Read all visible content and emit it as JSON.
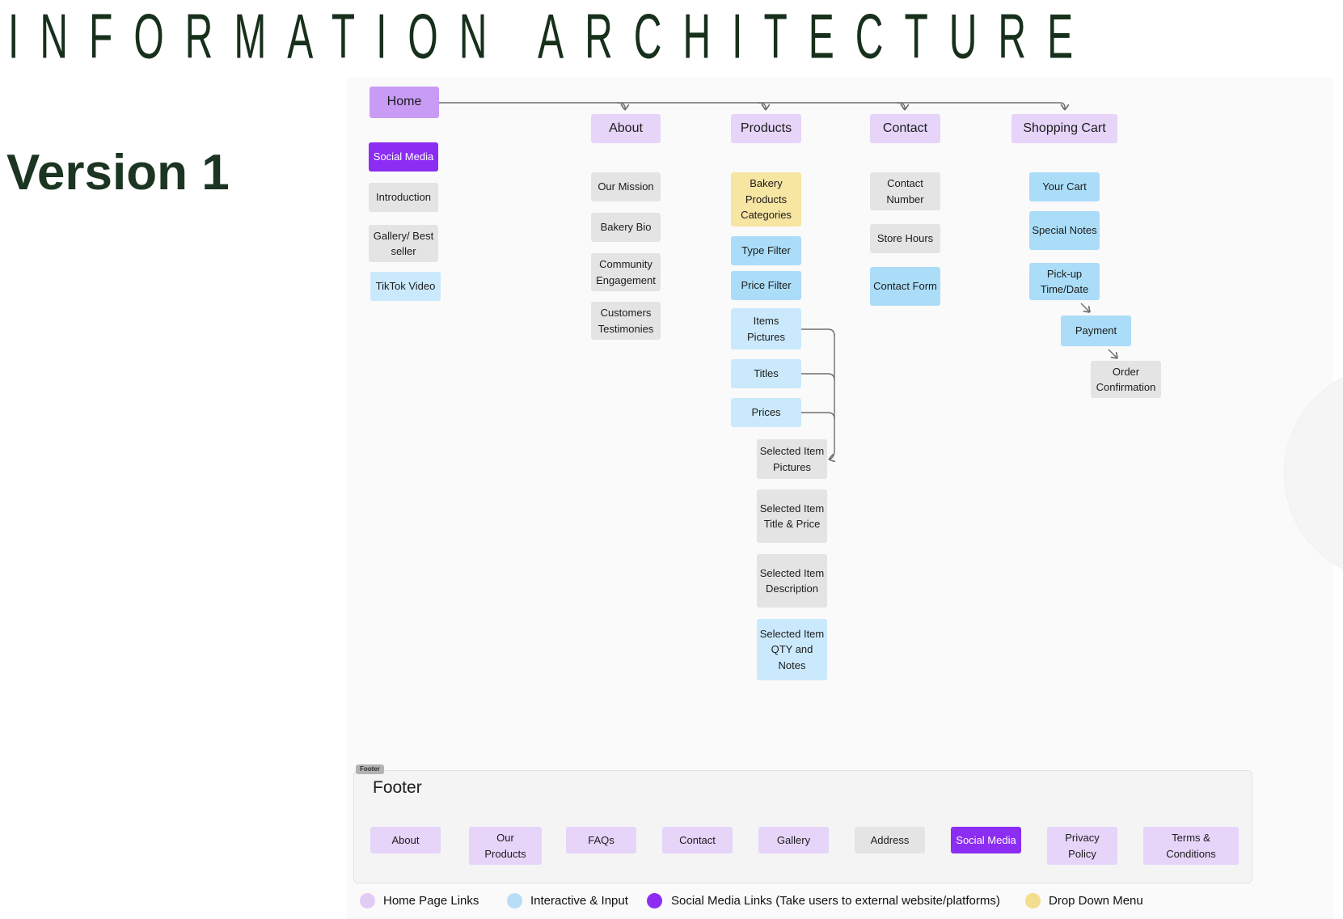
{
  "title": "INFORMATION ARCHITECTURE",
  "version": "Version 1",
  "nodes": {
    "home": "Home",
    "social_media": "Social Media",
    "introduction": "Introduction",
    "gallery": "Gallery/ Best seller",
    "tiktok": "TikTok Video",
    "about": "About",
    "our_mission": "Our Mission",
    "bakery_bio": "Bakery Bio",
    "community": "Community Engagement",
    "testimonies": "Customers Testimonies",
    "products": "Products",
    "bakery_categories": "Bakery Products Categories",
    "type_filter": "Type Filter",
    "price_filter": "Price Filter",
    "items_pictures": "Items Pictures",
    "titles": "Titles",
    "prices": "Prices",
    "sel_pictures": "Selected Item Pictures",
    "sel_title_price": "Selected Item Title & Price",
    "sel_description": "Selected Item Description",
    "sel_qty": "Selected Item QTY and Notes",
    "contact": "Contact",
    "contact_number": "Contact Number",
    "store_hours": "Store Hours",
    "contact_form": "Contact Form",
    "shopping_cart": "Shopping Cart",
    "your_cart": "Your Cart",
    "special_notes": "Special Notes",
    "pickup": "Pick-up Time/Date",
    "payment": "Payment",
    "order_confirmation": "Order Confirmation"
  },
  "footer": {
    "tag": "Footer",
    "heading": "Footer",
    "items": [
      "About",
      "Our Products",
      "FAQs",
      "Contact",
      "Gallery",
      "Address",
      "Social Media",
      "Privacy Policy",
      "Terms & Conditions"
    ]
  },
  "legend": [
    {
      "label": "Home Page Links",
      "color": "#e2cbf5"
    },
    {
      "label": "Interactive & Input",
      "color": "#b8ddf6"
    },
    {
      "label": "Social Media Links (Take users to external website/platforms)",
      "color": "#8d2df2"
    },
    {
      "label": "Drop Down Menu",
      "color": "#f3dd8e"
    }
  ],
  "colors": {
    "title_green": "#17301b",
    "home_purple": "#c89bf5",
    "home_page_link": "#e6d4f9",
    "static_gray": "#e4e4e4",
    "interactive_blue": "#abddf8",
    "interactive_light_blue": "#cbe9fc",
    "social_purple": "#8b2df2",
    "dropdown_yellow": "#f7e5a2",
    "canvas_bg": "#fafafa",
    "connector_gray": "#6e6e6e"
  }
}
